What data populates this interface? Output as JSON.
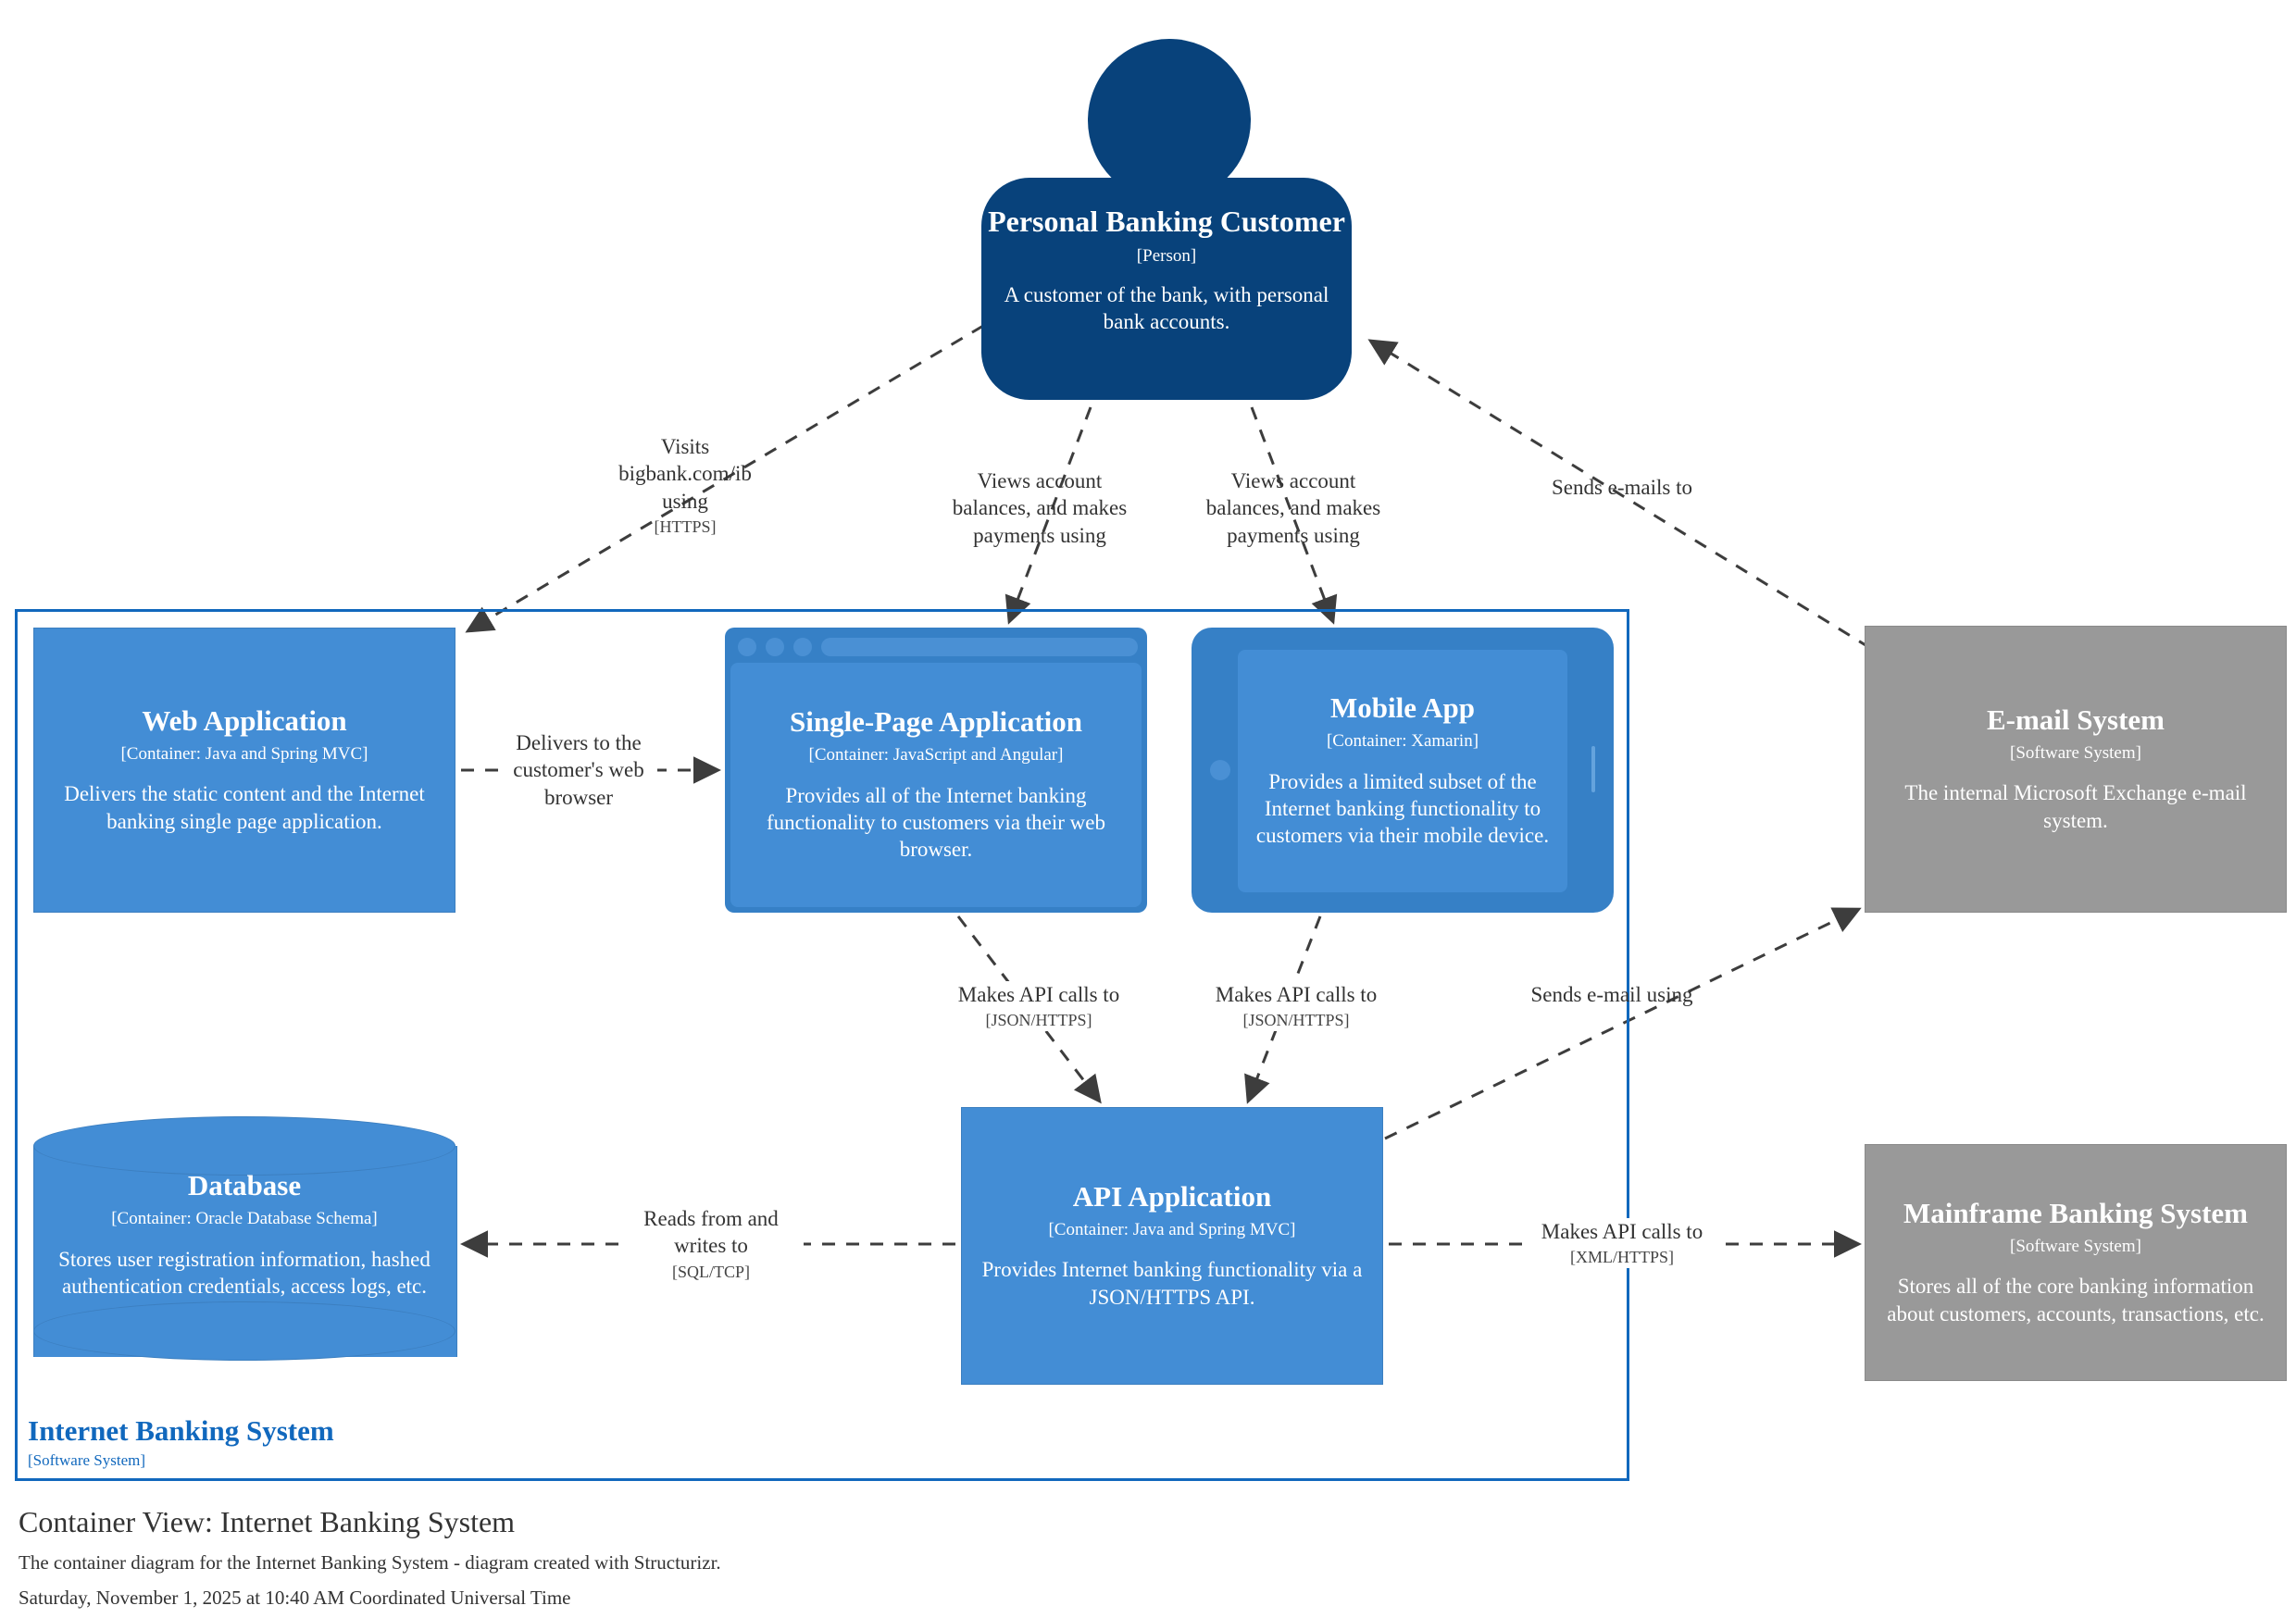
{
  "colors": {
    "person": "#08427b",
    "container": "#438dd5",
    "container_frame": "#3680c6",
    "external_system": "#999999",
    "boundary": "#1168bd",
    "relationship": "#333333"
  },
  "person": {
    "name": "Personal Banking Customer",
    "tech": "[Person]",
    "description": "A customer of the bank, with personal bank accounts."
  },
  "boundary": {
    "name": "Internet Banking System",
    "tech": "[Software System]"
  },
  "containers": {
    "web_application": {
      "name": "Web Application",
      "tech": "[Container: Java and Spring MVC]",
      "description": "Delivers the static content and the Internet banking single page application."
    },
    "single_page_application": {
      "name": "Single-Page Application",
      "tech": "[Container: JavaScript and Angular]",
      "description": "Provides all of the Internet banking functionality to customers via their web browser."
    },
    "mobile_app": {
      "name": "Mobile App",
      "tech": "[Container: Xamarin]",
      "description": "Provides a limited subset of the Internet banking functionality to customers via their mobile device."
    },
    "database": {
      "name": "Database",
      "tech": "[Container: Oracle Database Schema]",
      "description": "Stores user registration information, hashed authentication credentials, access logs, etc."
    },
    "api_application": {
      "name": "API Application",
      "tech": "[Container: Java and Spring MVC]",
      "description": "Provides Internet banking functionality via a JSON/HTTPS API."
    }
  },
  "external_systems": {
    "email_system": {
      "name": "E-mail System",
      "tech": "[Software System]",
      "description": "The internal Microsoft Exchange e-mail system."
    },
    "mainframe_banking_system": {
      "name": "Mainframe Banking System",
      "tech": "[Software System]",
      "description": "Stores all of the core banking information about customers, accounts, transactions, etc."
    }
  },
  "relationships": [
    {
      "id": "visits-web-app",
      "label": "Visits bigbank.com/ib using",
      "tech": "[HTTPS]"
    },
    {
      "id": "customer-to-spa",
      "label": "Views account balances, and makes payments using",
      "tech": ""
    },
    {
      "id": "customer-to-mobile",
      "label": "Views account balances, and makes payments using",
      "tech": ""
    },
    {
      "id": "email-to-customer",
      "label": "Sends e-mails to",
      "tech": ""
    },
    {
      "id": "webapp-delivers-spa",
      "label": "Delivers to the customer's web browser",
      "tech": ""
    },
    {
      "id": "spa-to-api",
      "label": "Makes API calls to",
      "tech": "[JSON/HTTPS]"
    },
    {
      "id": "mobile-to-api",
      "label": "Makes API calls to",
      "tech": "[JSON/HTTPS]"
    },
    {
      "id": "api-to-email",
      "label": "Sends e-mail using",
      "tech": ""
    },
    {
      "id": "api-to-database",
      "label": "Reads from and writes to",
      "tech": "[SQL/TCP]"
    },
    {
      "id": "api-to-mainframe",
      "label": "Makes API calls to",
      "tech": "[XML/HTTPS]"
    }
  ],
  "footer": {
    "title": "Container View: Internet Banking System",
    "description": "The container diagram for the Internet Banking System - diagram created with Structurizr.",
    "timestamp": "Saturday, November 1, 2025 at 10:40 AM Coordinated Universal Time"
  }
}
